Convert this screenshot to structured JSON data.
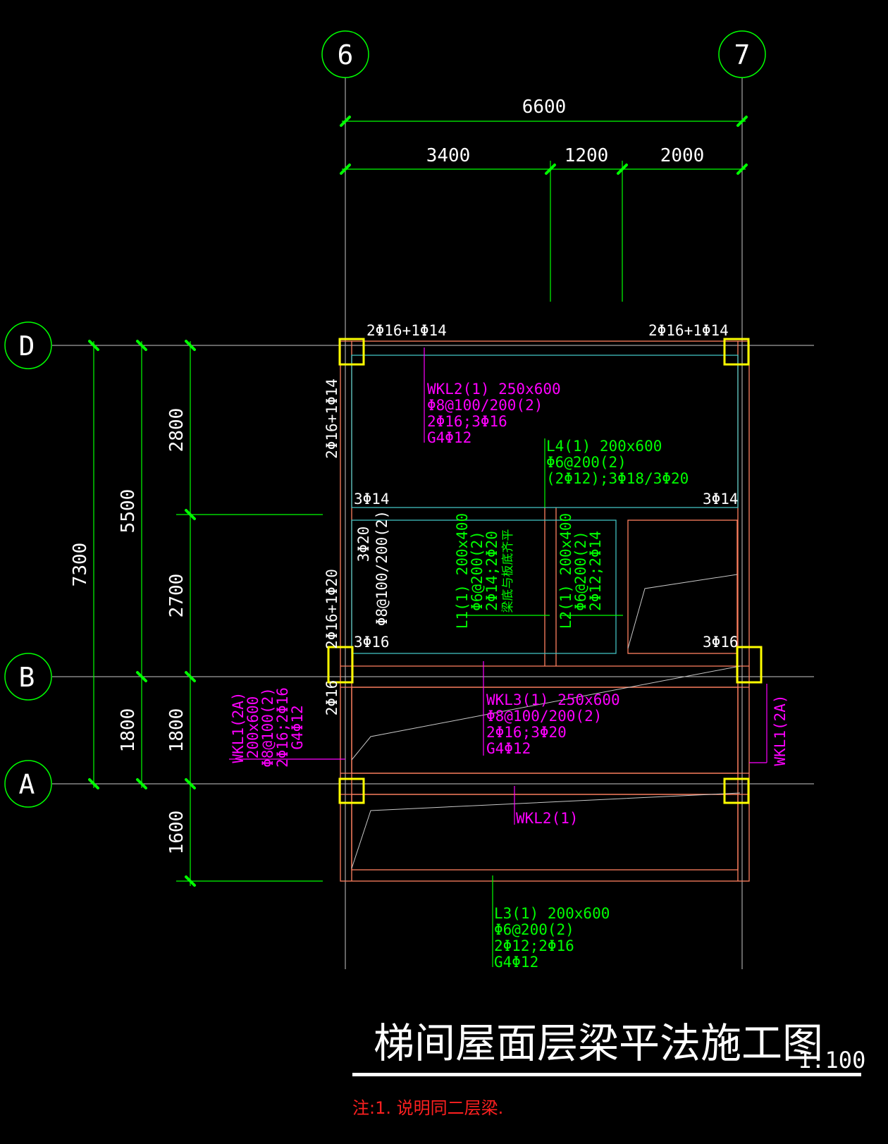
{
  "colors": {
    "background": "#000000",
    "grid": "#ffffff",
    "dimension": "#00ff00",
    "dimension_text": "#ffffff",
    "tick": "#00ff00",
    "column": "#ffff00",
    "beam_outline": "#ff8060",
    "slab_outline": "#40c0c0",
    "magenta": "#ff00ff",
    "green": "#00ff00",
    "white": "#ffffff",
    "note": "#ff2020"
  },
  "axes": {
    "top": [
      "6",
      "7"
    ],
    "left": [
      "D",
      "B",
      "A"
    ]
  },
  "dimensions": {
    "top_total": "6600",
    "top_parts": [
      "3400",
      "1200",
      "2000"
    ],
    "left_total": "7300",
    "left_mid": [
      "5500",
      "1800"
    ],
    "left_inner": [
      "2800",
      "2700",
      "1800",
      "1600"
    ]
  },
  "labels": {
    "top_left_rebar": "2Φ16+1Φ14",
    "top_right_rebar": "2Φ16+1Φ14",
    "left_d_rebar": "2Φ16+1Φ14",
    "left_b_rebar": "2Φ16+1Φ20",
    "left_a_rebar": "2Φ16",
    "mid_left_a": "3Φ14",
    "mid_right_a": "3Φ14",
    "mid_left_b": "3Φ16",
    "mid_right_b": "3Φ16",
    "wkl2_top": [
      "WKL2(1) 250x600",
      "Φ8@100/200(2)",
      "2Φ16;3Φ16",
      "G4Φ12"
    ],
    "l4": [
      "L4(1) 200x600",
      "Φ6@200(2)",
      "(2Φ12);3Φ18/3Φ20"
    ],
    "l1_vert": [
      "L1(1) 200x400",
      "Φ6@200(2)",
      "2Φ14;2Φ20",
      "梁底与板底齐平"
    ],
    "l2_vert": [
      "L2(1) 200x400",
      "Φ6@200(2)",
      "2Φ12;2Φ14"
    ],
    "left_col_vert": [
      "3Φ20",
      "Φ8@100/200(2)"
    ],
    "wkl3": [
      "WKL3(1) 250x600",
      "Φ8@100/200(2)",
      "2Φ16;3Φ20",
      "G4Φ12"
    ],
    "wkl1_left": [
      "WKL1(2A)",
      "200x600",
      "Φ8@100(2)",
      "2Φ16;2Φ16",
      "G4Φ12"
    ],
    "wkl1_right": "WKL1(2A)",
    "wkl2_bottom": "WKL2(1)",
    "l3": [
      "L3(1) 200x600",
      "Φ6@200(2)",
      "2Φ12;2Φ16",
      "G4Φ12"
    ]
  },
  "title": "梯间屋面层梁平法施工图",
  "scale": "1:100",
  "note": "注:1. 说明同二层梁."
}
